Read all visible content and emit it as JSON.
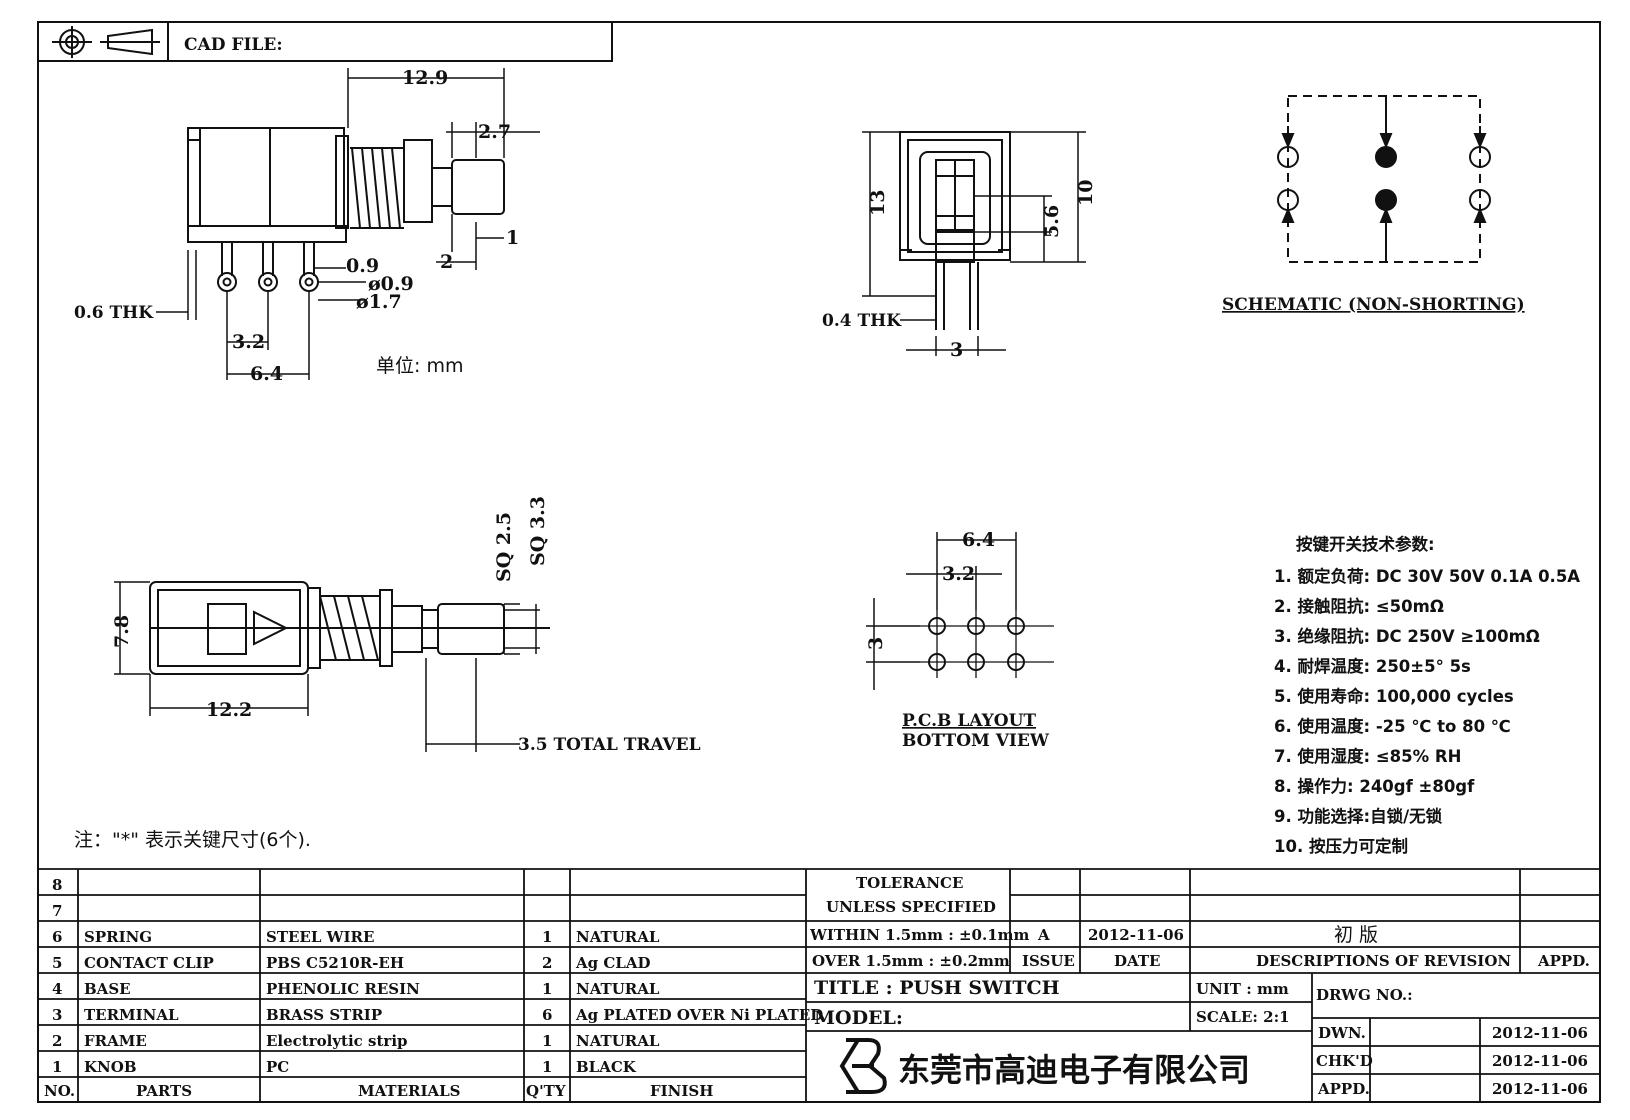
{
  "header": {
    "cad_file_label": "CAD FILE:"
  },
  "side_view": {
    "dims": {
      "overall_length": "12.9",
      "plunger_length": "2.7",
      "pin_offset": "1",
      "gap": "2",
      "pin_width": "0.9",
      "hole_dia": "ø0.9",
      "pad_dia": "ø1.7",
      "pitch_small": "3.2",
      "pitch_large": "6.4"
    },
    "thickness_label": "0.6 THK",
    "unit_label": "单位: mm"
  },
  "front_view": {
    "dims": {
      "height": "13",
      "body_height": "10",
      "plunger_height": "5.6",
      "pin_pitch": "3"
    },
    "thickness_label": "0.4 THK"
  },
  "schematic": {
    "title": "SCHEMATIC (NON-SHORTING)"
  },
  "top_view": {
    "dims": {
      "sq_small": "SQ 2.5",
      "sq_large": "SQ 3.3",
      "width": "7.8",
      "body_length": "12.2"
    },
    "travel_label": "3.5 TOTAL TRAVEL"
  },
  "pcb": {
    "dims": {
      "outer": "6.4",
      "inner": "3.2",
      "row": "3"
    },
    "title_line1": "P.C.B LAYOUT",
    "title_line2": "BOTTOM VIEW"
  },
  "specs": {
    "heading": "按键开关技术参数:",
    "items": [
      "1.  额定负荷: DC 30V 50V    0.1A  0.5A",
      "2.  接触阻抗:  ≤50mΩ",
      "3.  绝缘阻抗: DC 250V  ≥100mΩ",
      "4.  耐焊温度: 250±5°    5s",
      "5.  使用寿命: 100,000 cycles",
      "6.  使用温度: -25  ℃  to 80  ℃",
      "7.  使用湿度:  ≤85% RH",
      "8.  操作力: 240gf  ±80gf",
      "9.  功能选择:自锁/无锁",
      "10.  按压力可定制"
    ]
  },
  "note": "注：\"*\"  表示关键尺寸(6个).",
  "bom": {
    "headers": {
      "no": "NO.",
      "parts": "PARTS",
      "materials": "MATERIALS",
      "qty": "Q'TY",
      "finish": "FINISH"
    },
    "rows": [
      {
        "no": "8",
        "part": "",
        "material": "",
        "qty": "",
        "finish": ""
      },
      {
        "no": "7",
        "part": "",
        "material": "",
        "qty": "",
        "finish": ""
      },
      {
        "no": "6",
        "part": "SPRING",
        "material": "STEEL WIRE",
        "qty": "1",
        "finish": "NATURAL"
      },
      {
        "no": "5",
        "part": "CONTACT CLIP",
        "material": "PBS C5210R-EH",
        "qty": "2",
        "finish": "Ag CLAD"
      },
      {
        "no": "4",
        "part": "BASE",
        "material": "PHENOLIC RESIN",
        "qty": "1",
        "finish": "NATURAL"
      },
      {
        "no": "3",
        "part": "TERMINAL",
        "material": "BRASS STRIP",
        "qty": "6",
        "finish": "Ag PLATED OVER Ni PLATED"
      },
      {
        "no": "2",
        "part": "FRAME",
        "material": "Electrolytic strip",
        "qty": "1",
        "finish": "NATURAL"
      },
      {
        "no": "1",
        "part": "KNOB",
        "material": "PC",
        "qty": "1",
        "finish": "BLACK"
      }
    ]
  },
  "title_block": {
    "tolerance_line1": "TOLERANCE",
    "tolerance_line2": "UNLESS  SPECIFIED",
    "within": "WITHIN 1.5mm : ±0.1mm",
    "over": "OVER 1.5mm : ±0.2mm",
    "issue_value": "A",
    "date_value": "2012-11-06",
    "revision_desc": "初 版",
    "issue_label": "ISSUE",
    "date_label": "DATE",
    "desc_label": "DESCRIPTIONS  OF  REVISION",
    "appd_label": "APPD.",
    "title": "TITLE :   PUSH SWITCH",
    "unit": "UNIT :   mm",
    "drwg_no": "DRWG NO.:",
    "model": "MODEL:",
    "scale": "SCALE:   2:1",
    "company": "东莞市高迪电子有限公司",
    "dwn_label": "DWN.",
    "dwn_date": "2012-11-06",
    "chkd_label": "CHK'D",
    "chkd_date": "2012-11-06",
    "appd_label2": "APPD.",
    "appd_date": "2012-11-06"
  }
}
